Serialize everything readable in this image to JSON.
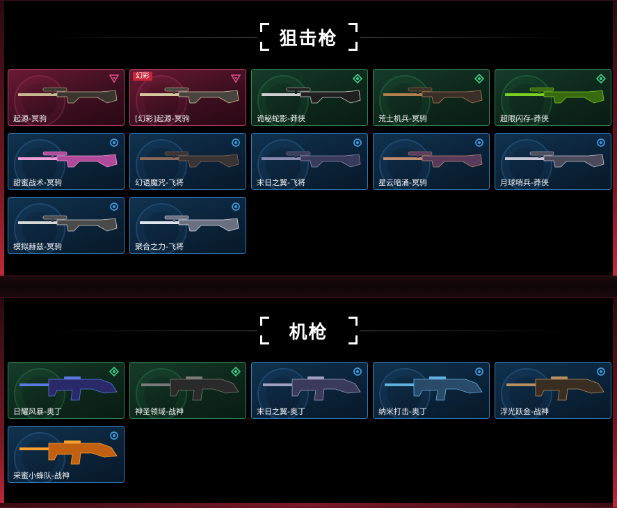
{
  "sections": [
    {
      "title": "狙击枪",
      "cards": [
        {
          "label": "起源-冥驹",
          "rarity": "pink",
          "tag": "",
          "body": "#3a3530",
          "accent": "#c8b890"
        },
        {
          "label": "[幻彩]起源-冥驹",
          "rarity": "pink",
          "tag": "幻彩",
          "body": "#4a4440",
          "accent": "#d8c8a0"
        },
        {
          "label": "诡秘蛇影-莽侠",
          "rarity": "green",
          "tag": "",
          "body": "#202020",
          "accent": "#d0d0d0"
        },
        {
          "label": "荒土机兵-冥驹",
          "rarity": "green",
          "tag": "",
          "body": "#3a2e28",
          "accent": "#b08050"
        },
        {
          "label": "超限闪存-莽侠",
          "rarity": "green",
          "tag": "",
          "body": "#3a6a10",
          "accent": "#7ad020"
        },
        {
          "label": "甜蜜战术-冥驹",
          "rarity": "blue",
          "tag": "",
          "body": "#b04a9a",
          "accent": "#f0a0d8"
        },
        {
          "label": "幻语魔咒-飞将",
          "rarity": "blue",
          "tag": "",
          "body": "#3a3434",
          "accent": "#8a6a5a"
        },
        {
          "label": "末日之翼-飞将",
          "rarity": "blue",
          "tag": "",
          "body": "#3a3a5a",
          "accent": "#8a8ab0"
        },
        {
          "label": "星云暗涌-冥驹",
          "rarity": "blue",
          "tag": "",
          "body": "#5a3a5a",
          "accent": "#c08a70"
        },
        {
          "label": "月球哨兵-莽侠",
          "rarity": "blue",
          "tag": "",
          "body": "#4a4a5a",
          "accent": "#c8c8d8"
        },
        {
          "label": "模拟赫兹-冥驹",
          "rarity": "blue",
          "tag": "",
          "body": "#4a4a4a",
          "accent": "#d8d8d8"
        },
        {
          "label": "聚合之力-飞将",
          "rarity": "blue",
          "tag": "",
          "body": "#6a7080",
          "accent": "#e0e4ee"
        }
      ]
    },
    {
      "title": "机枪",
      "cards": [
        {
          "label": "日耀风暴-奥丁",
          "rarity": "green",
          "tag": "",
          "body": "#2a2a6a",
          "accent": "#5a7ae0"
        },
        {
          "label": "神圣领域-战神",
          "rarity": "green",
          "tag": "",
          "body": "#2a2a2a",
          "accent": "#7a7a7a"
        },
        {
          "label": "末日之翼-奥丁",
          "rarity": "blue",
          "tag": "",
          "body": "#3a3a5a",
          "accent": "#a0a0c0"
        },
        {
          "label": "纳米打击-奥丁",
          "rarity": "blue",
          "tag": "",
          "body": "#2a4a6a",
          "accent": "#60b0e0"
        },
        {
          "label": "浮光跃金-战神",
          "rarity": "blue",
          "tag": "",
          "body": "#3a2e22",
          "accent": "#b89060"
        },
        {
          "label": "采蜜小蜂队-战神",
          "rarity": "blue",
          "tag": "",
          "body": "#c06010",
          "accent": "#ffa030"
        }
      ]
    }
  ],
  "colors": {
    "pink_badge": "#e0508a",
    "green_badge": "#3ad08a",
    "blue_badge": "#3a9ae0"
  }
}
